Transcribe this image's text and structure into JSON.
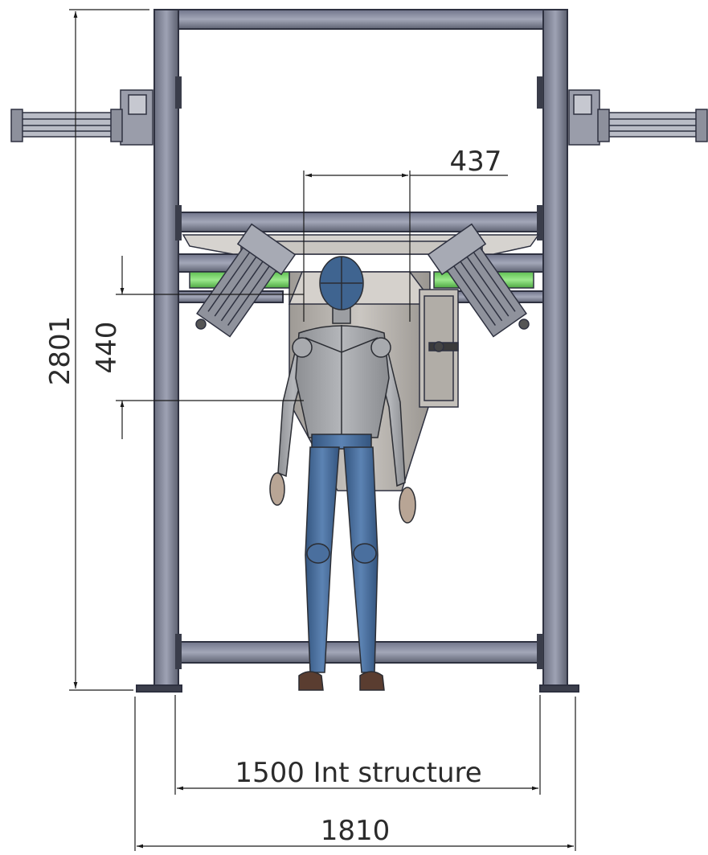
{
  "dimensions": {
    "height_total": "2801",
    "hopper_offset": "440",
    "center_distance": "437",
    "internal_width": "1500 Int structure",
    "external_width": "1810"
  },
  "colors": {
    "frame_fill": "#8a8fa3",
    "frame_dark": "#2e3140",
    "motor_green": "#7dd86b",
    "jacket_gray": "#a5a7ab",
    "pants_blue": "#4a6f9e",
    "helmet_blue": "#3f6490",
    "shoe_brown": "#5a3d30",
    "hopper_gray": "#b9b5b0",
    "line": "#1a1a1a"
  },
  "icons": [
    "frame-structure",
    "operator-figure",
    "hopper",
    "motor-left",
    "motor-right",
    "cylinder-left",
    "cylinder-right",
    "control-box"
  ]
}
